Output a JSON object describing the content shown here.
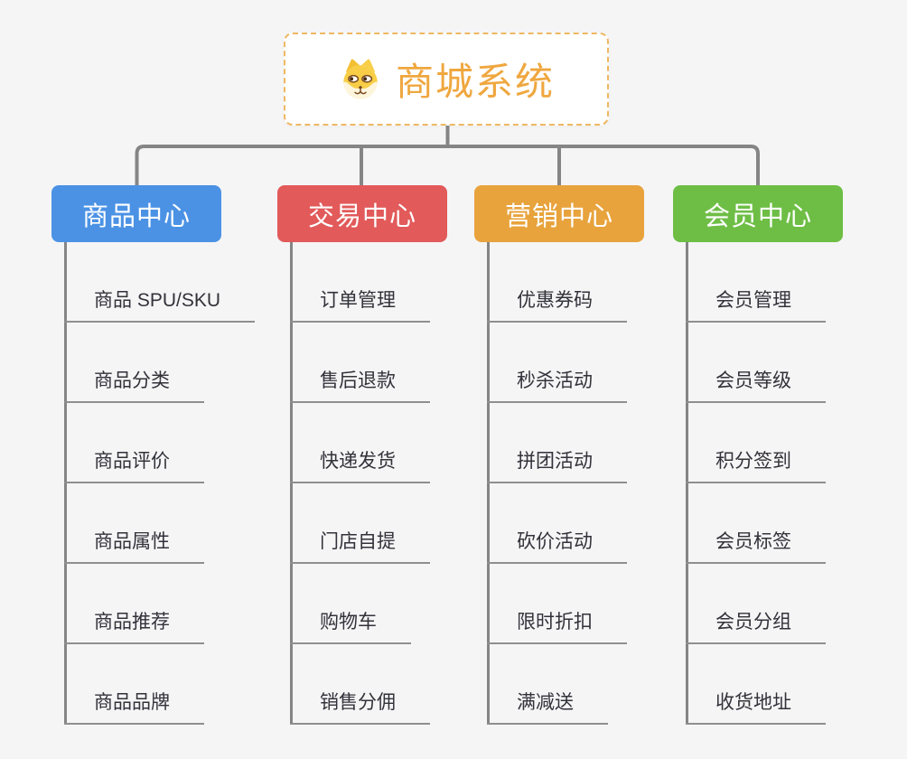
{
  "colors": {
    "background": "#f5f5f6",
    "connector": "#858585",
    "underline": "#8f8f8f",
    "item_text": "#32323a",
    "title": "#efa73f",
    "root_border": "#eeb863",
    "node_text": "#ffffff"
  },
  "root": {
    "title": "商城系统",
    "icon": "doge-icon"
  },
  "branches": [
    {
      "label": "商品中心",
      "color": "#4b92e5",
      "items": [
        "商品 SPU/SKU",
        "商品分类",
        "商品评价",
        "商品属性",
        "商品推荐",
        "商品品牌"
      ]
    },
    {
      "label": "交易中心",
      "color": "#e25a5a",
      "items": [
        "订单管理",
        "售后退款",
        "快递发货",
        "门店自提",
        "购物车",
        "销售分佣"
      ]
    },
    {
      "label": "营销中心",
      "color": "#e8a33d",
      "items": [
        "优惠券码",
        "秒杀活动",
        "拼团活动",
        "砍价活动",
        "限时折扣",
        "满减送"
      ]
    },
    {
      "label": "会员中心",
      "color": "#6ebe45",
      "items": [
        "会员管理",
        "会员等级",
        "积分签到",
        "会员标签",
        "会员分组",
        "收货地址"
      ]
    }
  ]
}
